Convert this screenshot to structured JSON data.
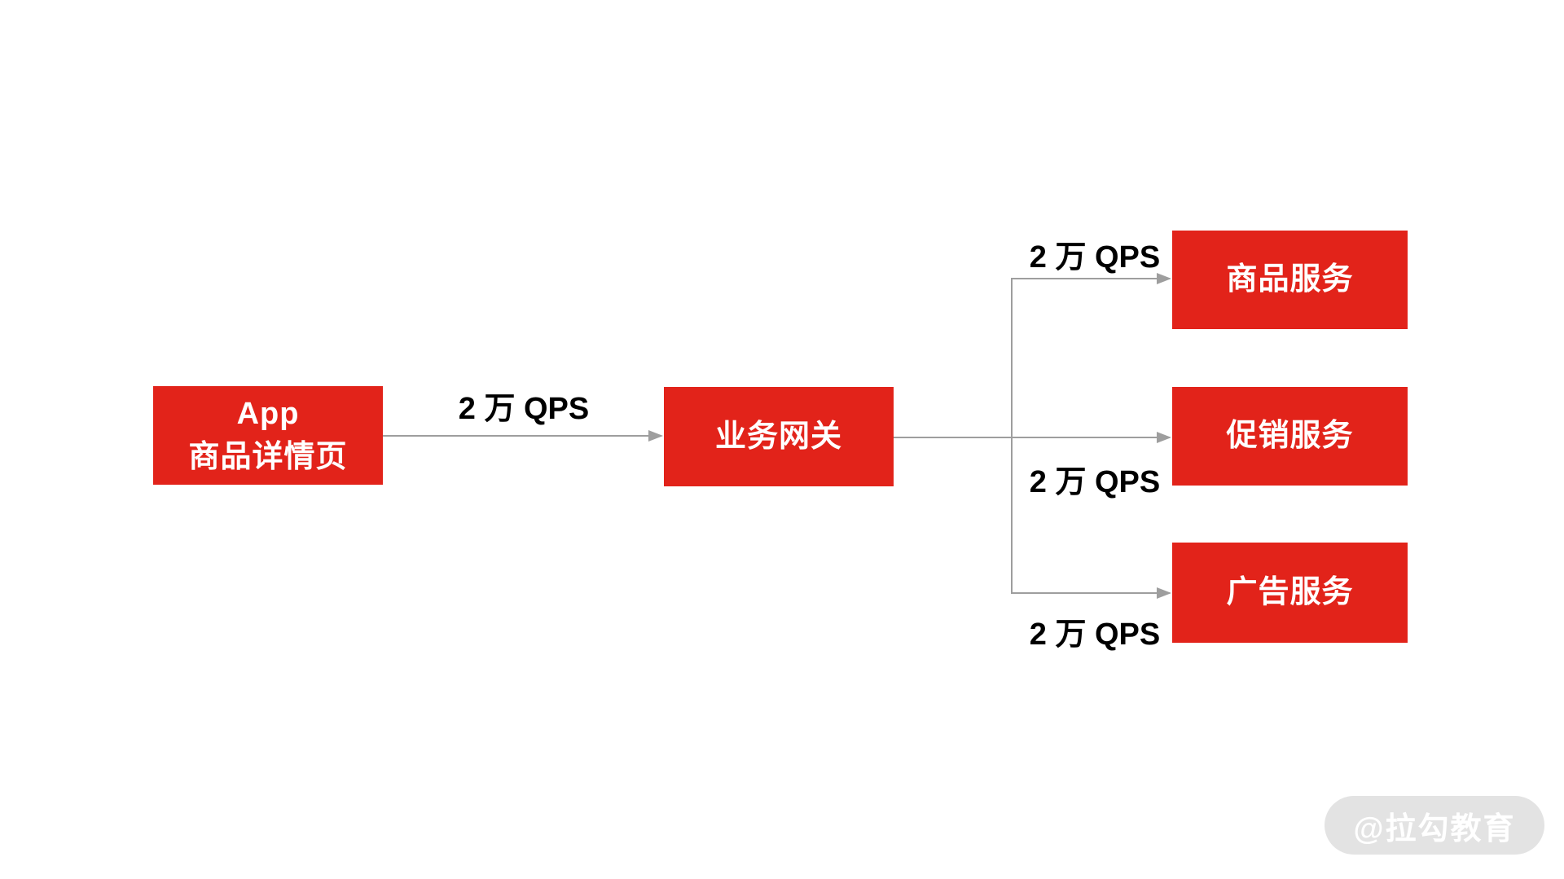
{
  "diagram": {
    "title": "App product-detail page QPS fan-out diagram",
    "colors": {
      "node_fill": "#e2231a",
      "node_text": "#ffffff",
      "edge_line": "#9e9e9e",
      "edge_label_text": "#000000",
      "background": "#ffffff",
      "watermark_bg": "#e3e3e3",
      "watermark_text": "#ffffff"
    },
    "nodes": {
      "app": {
        "line1": "App",
        "line2": "商品详情页"
      },
      "gateway": {
        "label": "业务网关"
      },
      "product": {
        "label": "商品服务"
      },
      "promotion": {
        "label": "促销服务"
      },
      "ads": {
        "label": "广告服务"
      }
    },
    "edges": {
      "app_to_gateway": {
        "from": "app",
        "to": "gateway",
        "label": "2 万 QPS"
      },
      "gateway_to_product": {
        "from": "gateway",
        "to": "product",
        "label": "2 万 QPS"
      },
      "gateway_to_promotion": {
        "from": "gateway",
        "to": "promotion",
        "label": "2 万 QPS"
      },
      "gateway_to_ads": {
        "from": "gateway",
        "to": "ads",
        "label": "2 万 QPS"
      }
    }
  },
  "watermark": {
    "label": "@拉勾教育"
  }
}
